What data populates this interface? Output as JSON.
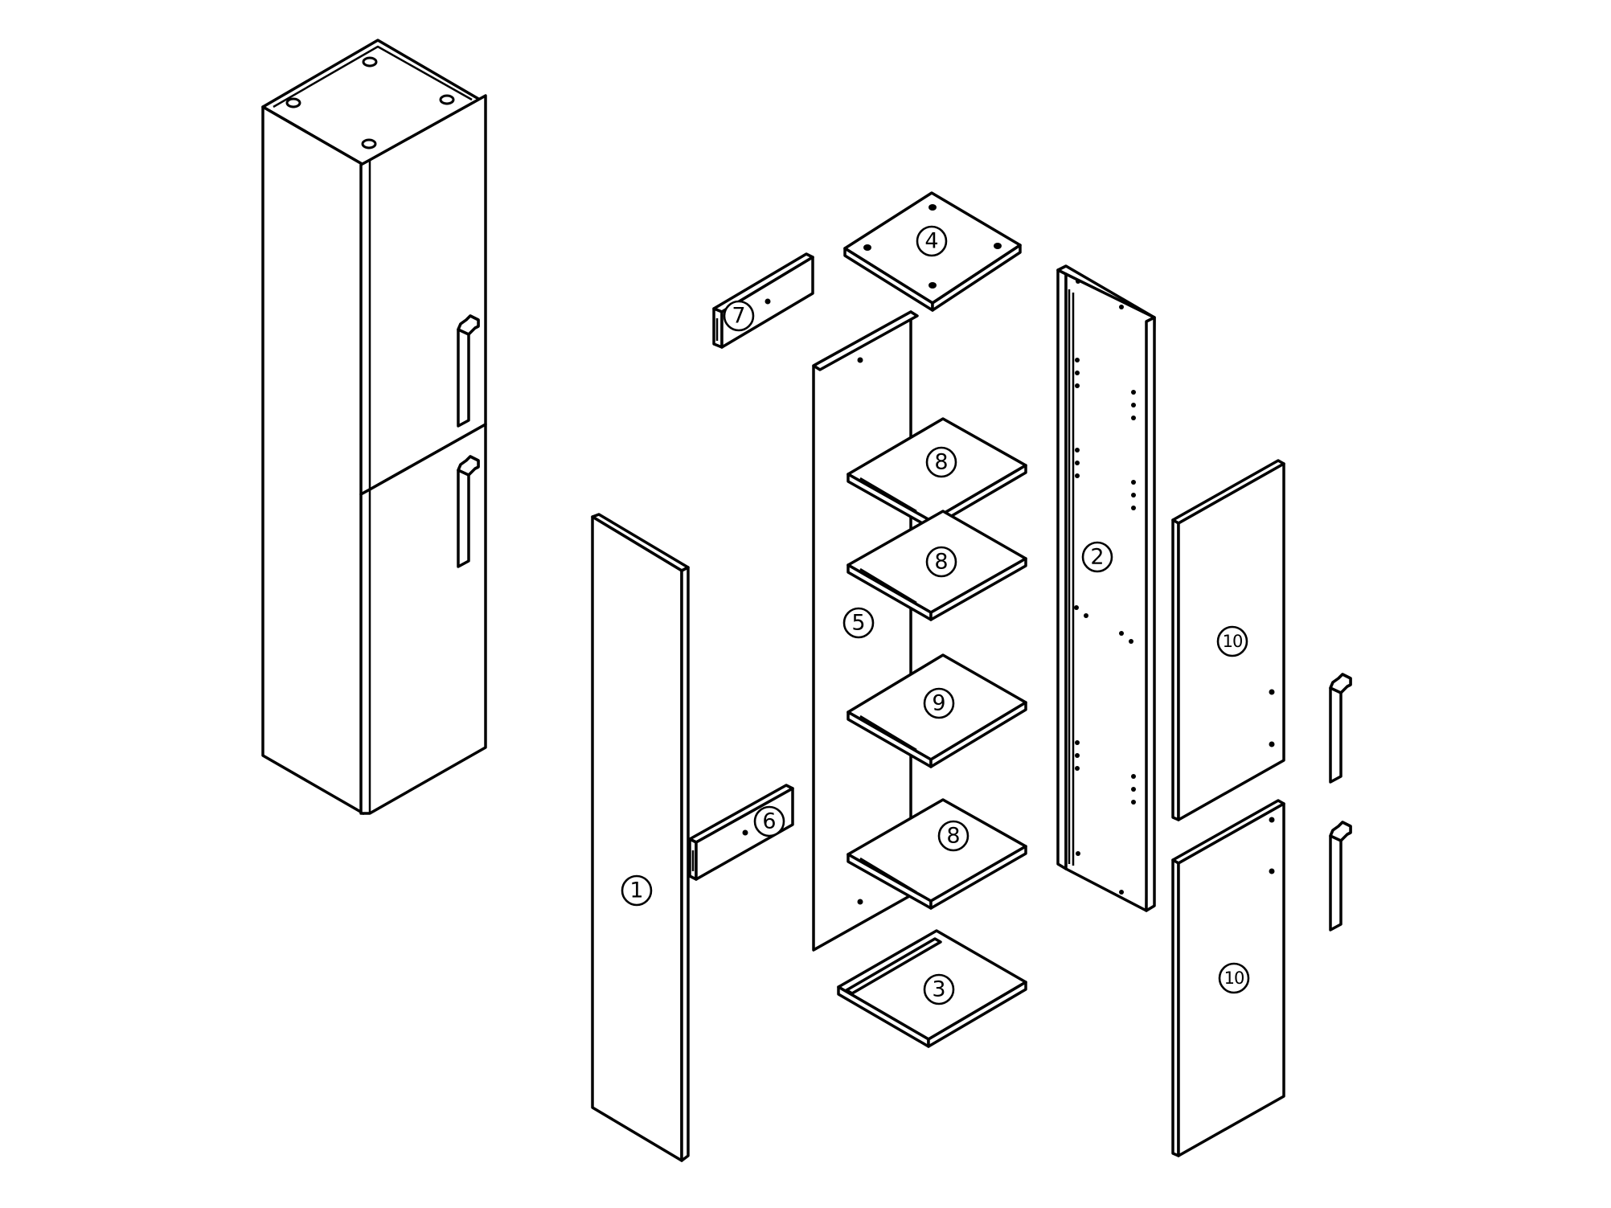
{
  "diagram": {
    "parts": [
      {
        "id": "part-1",
        "label": "1"
      },
      {
        "id": "part-2",
        "label": "2"
      },
      {
        "id": "part-3",
        "label": "3"
      },
      {
        "id": "part-4",
        "label": "4"
      },
      {
        "id": "part-5",
        "label": "5"
      },
      {
        "id": "part-6",
        "label": "6"
      },
      {
        "id": "part-7",
        "label": "7"
      },
      {
        "id": "part-8a",
        "label": "8"
      },
      {
        "id": "part-8b",
        "label": "8"
      },
      {
        "id": "part-8c",
        "label": "8"
      },
      {
        "id": "part-9",
        "label": "9"
      },
      {
        "id": "part-10a",
        "label": "10"
      },
      {
        "id": "part-10b",
        "label": "10"
      }
    ]
  }
}
